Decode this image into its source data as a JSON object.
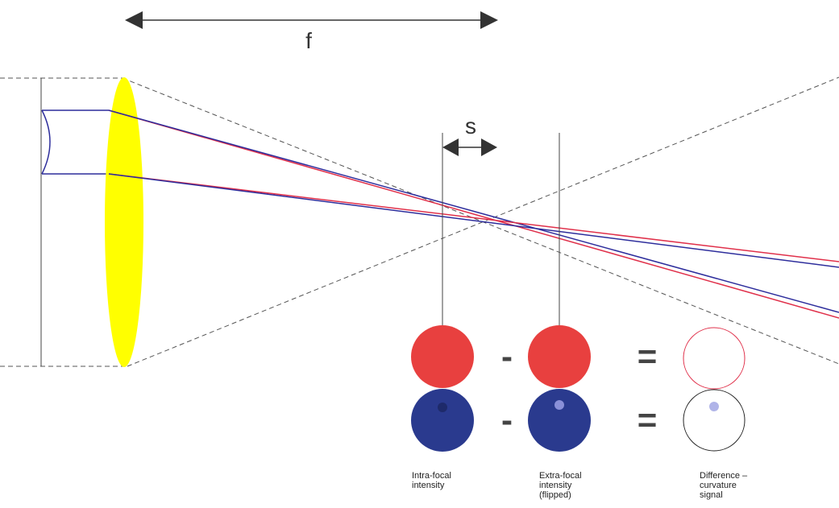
{
  "dimension_labels": {
    "focal_length": "f",
    "defocus": "s"
  },
  "operators": {
    "minus": "-",
    "equals": "="
  },
  "captions": {
    "intra_focal": [
      "Intra-focal",
      "intensity"
    ],
    "extra_focal": [
      "Extra-focal",
      "intensity",
      "(flipped)"
    ],
    "difference": [
      "Difference –",
      "curvature",
      "signal"
    ]
  },
  "colors": {
    "lens": "#ffff00",
    "red_ray": "#e0304a",
    "blue_ray": "#2d2d9c",
    "red_disc": "#e8403f",
    "blue_disc": "#2a3a8e",
    "dashed": "#555555"
  }
}
